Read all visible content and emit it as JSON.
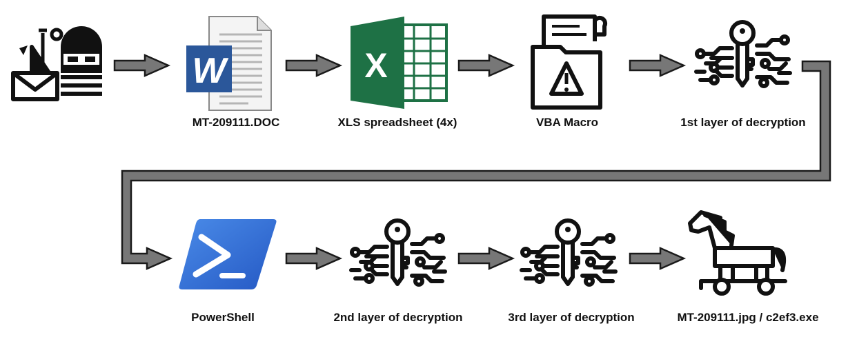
{
  "colors": {
    "arrow_fill": "#777777",
    "arrow_stroke": "#1a1a1a",
    "ink": "#111111",
    "word_blue": "#2b579a",
    "excel_green": "#1e7145",
    "powershell_blue": "#2f6bd6"
  },
  "nodes": [
    {
      "id": "phishing",
      "icon": "phishing-email-icon",
      "label": ""
    },
    {
      "id": "doc",
      "icon": "word-document-icon",
      "label": "MT-209111.DOC"
    },
    {
      "id": "xls",
      "icon": "excel-icon",
      "label": "XLS spreadsheet (4x)"
    },
    {
      "id": "vba",
      "icon": "vba-macro-folder-icon",
      "label": "VBA Macro"
    },
    {
      "id": "dec1",
      "icon": "decryption-key-icon",
      "label": "1st layer of decryption"
    },
    {
      "id": "ps",
      "icon": "powershell-icon",
      "label": "PowerShell"
    },
    {
      "id": "dec2",
      "icon": "decryption-key-icon",
      "label": "2nd layer of decryption"
    },
    {
      "id": "dec3",
      "icon": "decryption-key-icon",
      "label": "3rd layer of decryption"
    },
    {
      "id": "trojan",
      "icon": "trojan-horse-icon",
      "label": "MT-209111.jpg / c2ef3.exe"
    }
  ],
  "word_letter": "W",
  "excel_letter": "X"
}
